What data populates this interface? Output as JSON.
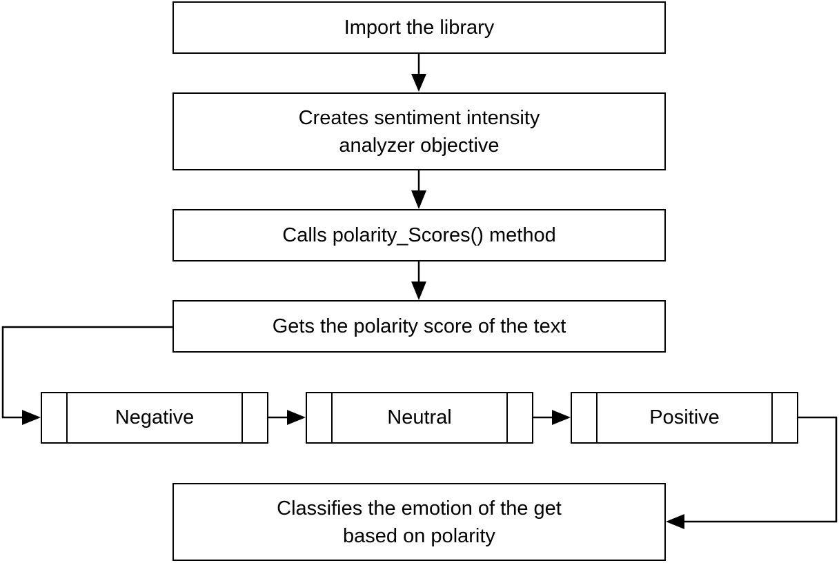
{
  "steps": [
    {
      "lines": [
        "Import the library"
      ]
    },
    {
      "lines": [
        "Creates sentiment intensity",
        "analyzer objective"
      ]
    },
    {
      "lines": [
        "Calls polarity_Scores() method"
      ]
    },
    {
      "lines": [
        "Gets the polarity score of the text"
      ]
    }
  ],
  "categories": [
    "Negative",
    "Neutral",
    "Positive"
  ],
  "final_step": {
    "lines": [
      "Classifies the emotion of the get",
      "based on polarity"
    ]
  }
}
